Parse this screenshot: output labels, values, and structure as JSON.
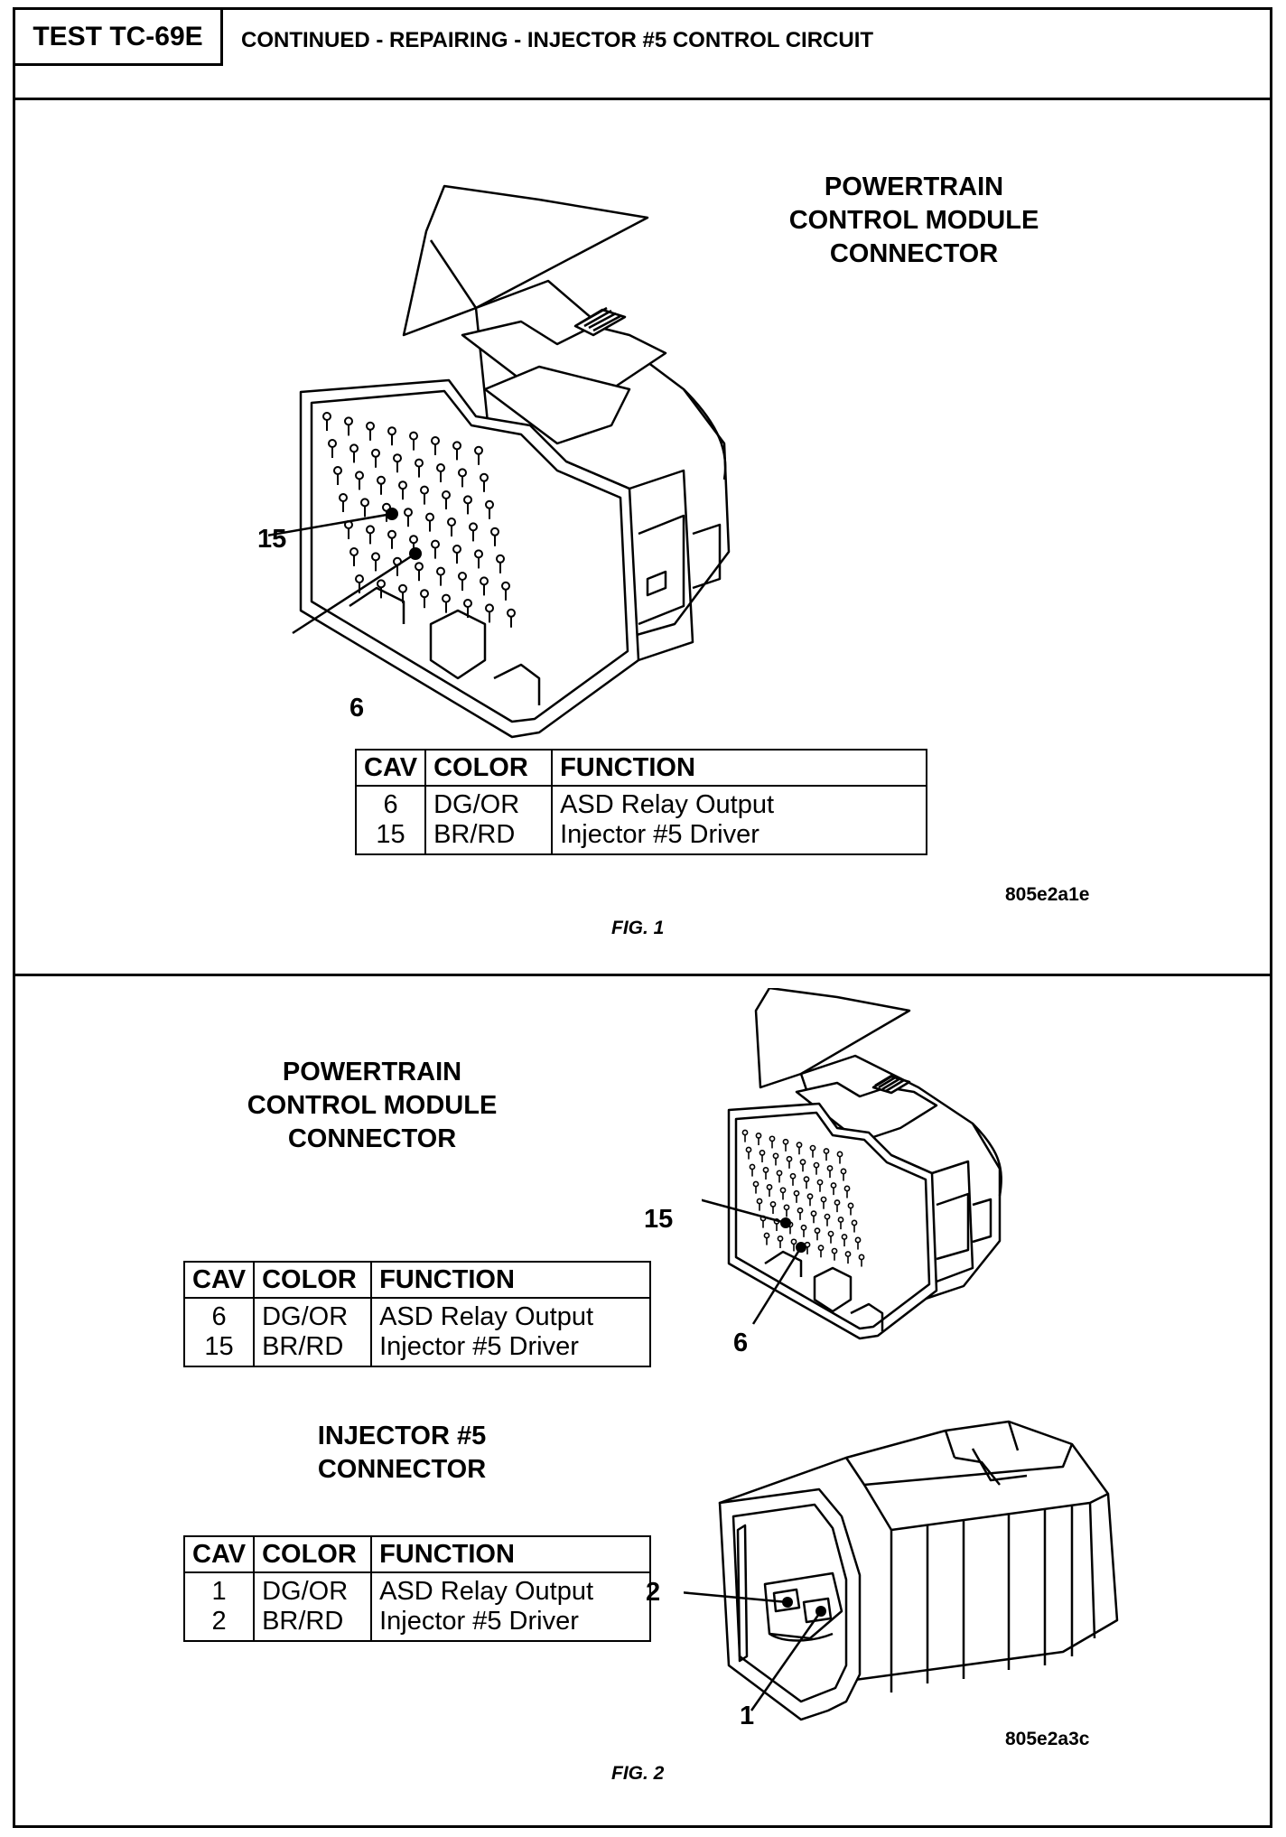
{
  "header": {
    "test_id": "TEST TC-69E",
    "title": "CONTINUED - REPAIRING - INJECTOR #5 CONTROL CIRCUIT"
  },
  "fig1": {
    "connector_label": [
      "POWERTRAIN",
      "CONTROL MODULE",
      "CONNECTOR"
    ],
    "pins": [
      "15",
      "6"
    ],
    "table": {
      "headers": [
        "CAV",
        "COLOR",
        "FUNCTION"
      ],
      "rows": [
        {
          "cav": "6",
          "color": "DG/OR",
          "function": "ASD Relay Output"
        },
        {
          "cav": "15",
          "color": "BR/RD",
          "function": "Injector #5 Driver"
        }
      ]
    },
    "image_code": "805e2a1e",
    "caption": "FIG. 1"
  },
  "fig2": {
    "pcm_label": [
      "POWERTRAIN",
      "CONTROL MODULE",
      "CONNECTOR"
    ],
    "pcm_pins": [
      "15",
      "6"
    ],
    "pcm_table": {
      "headers": [
        "CAV",
        "COLOR",
        "FUNCTION"
      ],
      "rows": [
        {
          "cav": "6",
          "color": "DG/OR",
          "function": "ASD Relay Output"
        },
        {
          "cav": "15",
          "color": "BR/RD",
          "function": "Injector #5 Driver"
        }
      ]
    },
    "injector_label": [
      "INJECTOR #5",
      "CONNECTOR"
    ],
    "injector_pins": [
      "2",
      "1"
    ],
    "injector_table": {
      "headers": [
        "CAV",
        "COLOR",
        "FUNCTION"
      ],
      "rows": [
        {
          "cav": "1",
          "color": "DG/OR",
          "function": "ASD Relay Output"
        },
        {
          "cav": "2",
          "color": "BR/RD",
          "function": "Injector #5 Driver"
        }
      ]
    },
    "image_code": "805e2a3c",
    "caption": "FIG. 2"
  }
}
